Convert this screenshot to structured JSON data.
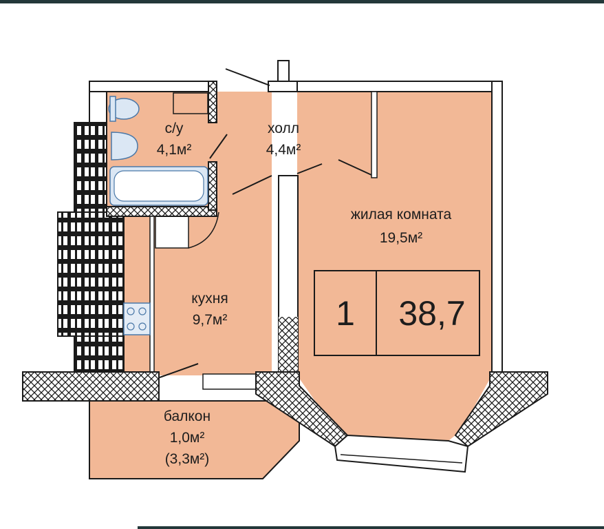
{
  "rooms": {
    "bathroom": {
      "name": "с/у",
      "area": "4,1м²"
    },
    "hall": {
      "name": "холл",
      "area": "4,4м²"
    },
    "living_room": {
      "name": "жилая комната",
      "area": "19,5м²"
    },
    "kitchen": {
      "name": "кухня",
      "area": "9,7м²"
    },
    "balcony": {
      "name": "балкон",
      "area": "1,0м²",
      "area_full": "(3,3м²)"
    }
  },
  "summary": {
    "rooms_count": "1",
    "total_area": "38,7"
  },
  "colors": {
    "floor": "#f2b896",
    "wall": "#1a1a1a",
    "fixture": "#dbe7f4",
    "frame": "#23383a"
  }
}
